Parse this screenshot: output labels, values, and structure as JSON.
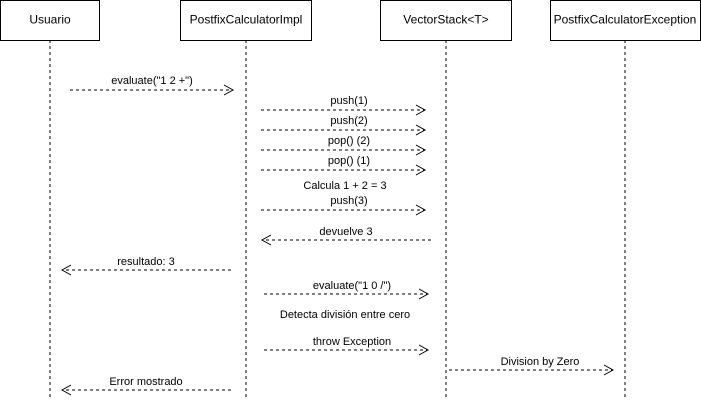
{
  "participants": {
    "usuario": "Usuario",
    "calculator": "PostfixCalculatorImpl",
    "stack": "VectorStack<T>",
    "exception": "PostfixCalculatorException"
  },
  "messages": {
    "evaluate_1": "evaluate(\"1 2 +\")",
    "push_1": "push(1)",
    "push_2": "push(2)",
    "pop_2": "pop() (2)",
    "pop_1": "pop() (1)",
    "push_3": "push(3)",
    "devuelve_3": "devuelve 3",
    "resultado": "resultado: 3",
    "evaluate_2": "evaluate(\"1 0 /\")",
    "throw": "throw Exception",
    "division_zero": "Division by Zero",
    "error": "Error mostrado"
  },
  "notes": {
    "calcula": "Calcula 1 + 2 = 3",
    "detecta": "Detecta división entre cero"
  },
  "colors": {
    "stroke": "#000000",
    "background": "#ffffff"
  }
}
